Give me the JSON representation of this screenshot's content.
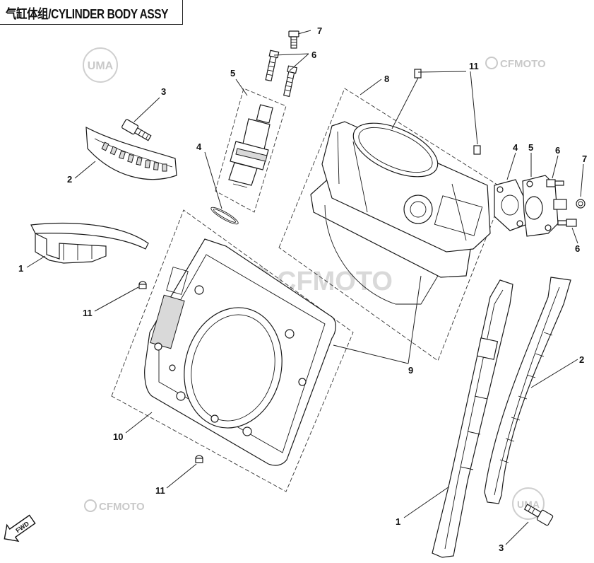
{
  "title": "气缸体组/CYLINDER BODY ASSY",
  "watermarks": {
    "brand": "CFMOTO",
    "badge": "UMA"
  },
  "callouts": [
    "1",
    "1",
    "2",
    "2",
    "3",
    "3",
    "4",
    "4",
    "5",
    "5",
    "6",
    "6",
    "6",
    "7",
    "7",
    "8",
    "9",
    "10",
    "11",
    "11",
    "11"
  ],
  "colors": {
    "line": "#1a1a1a",
    "watermark": "#c9c9c9",
    "background": "#ffffff"
  },
  "fwd_label": "FWD"
}
